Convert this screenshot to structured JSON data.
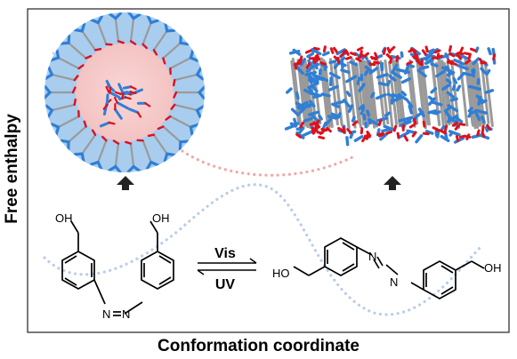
{
  "axes": {
    "y_label": "Free enthalpy",
    "x_label": "Conformation coordinate"
  },
  "molecules": {
    "left_oh_top": "OH",
    "left_oh_right": "OH",
    "right_oh_left": "HO",
    "right_oh_right": "OH",
    "azo_left_n1": "N",
    "azo_left_n2": "N",
    "azo_right_n1": "N",
    "azo_right_n2": "N"
  },
  "transition": {
    "forward_label": "Vis",
    "backward_label": "UV"
  },
  "colors": {
    "blue_molecule": "#2f7fd6",
    "red_oxygen": "#e0101a",
    "grey_carbon": "#9a9a9a",
    "sphere_outer": "#a9cdee",
    "sphere_inner": "#f6c9c9",
    "curve_blue": "#b9cde8",
    "curve_red": "#f0a8a8"
  }
}
